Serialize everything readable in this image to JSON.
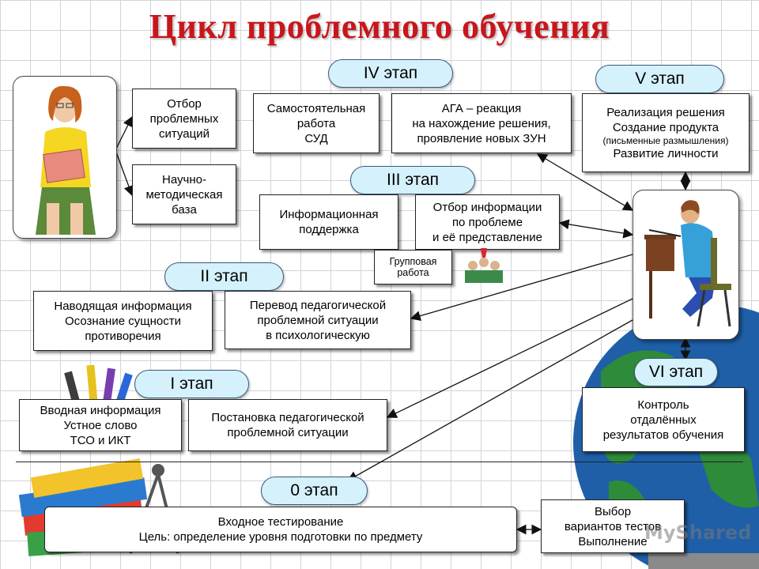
{
  "title": "Цикл проблемного обучения",
  "stages": {
    "s0": "0 этап",
    "s1": "I этап",
    "s2": "II этап",
    "s3": "III этап",
    "s4": "IV этап",
    "s5": "V этап",
    "s6": "VI этап"
  },
  "teacher_boxes": {
    "selection": [
      "Отбор",
      "проблемных",
      "ситуаций"
    ],
    "base": [
      "Научно-",
      "методическая",
      "база"
    ]
  },
  "stage4": {
    "independent": [
      "Самостоятельная",
      "работа",
      "СУД"
    ],
    "aga": [
      "АГА – реакция",
      "на нахождение решения,",
      "проявление новых ЗУН"
    ]
  },
  "stage5": {
    "line1": "Реализация решения",
    "line2": "Создание продукта",
    "line3": "(письменные размышления)",
    "line4": "Развитие личности"
  },
  "stage3": {
    "info_support": [
      "Информационная",
      "поддержка"
    ],
    "info_selection": [
      "Отбор информации",
      "по проблеме",
      "и её представление"
    ],
    "group": [
      "Групповая",
      "работа"
    ]
  },
  "stage2": {
    "leading": [
      "Наводящая информация",
      "Осознание сущности",
      "противоречия"
    ],
    "transfer": [
      "Перевод  педагогической",
      "проблемной ситуации",
      "в психологическую"
    ]
  },
  "stage1": {
    "intro": [
      "Вводная информация",
      "Устное слово",
      "ТСО и ИКТ"
    ],
    "setting": [
      "Постановка педагогической",
      "проблемной ситуации"
    ]
  },
  "stage6": {
    "control": [
      "Контроль",
      "отдалённых",
      "результатов обучения"
    ]
  },
  "stage0": {
    "testing": [
      "Входное тестирование",
      "Цель: определение уровня подготовки по предмету"
    ],
    "choice": [
      "Выбор",
      "вариантов тестов",
      "Выполнение"
    ]
  },
  "watermark": "MyShared",
  "colors": {
    "title": "#c8161d",
    "stage_fill": "#d5f1fb",
    "globe_green": "#2e8b3a",
    "globe_blue": "#1e5fa8"
  }
}
